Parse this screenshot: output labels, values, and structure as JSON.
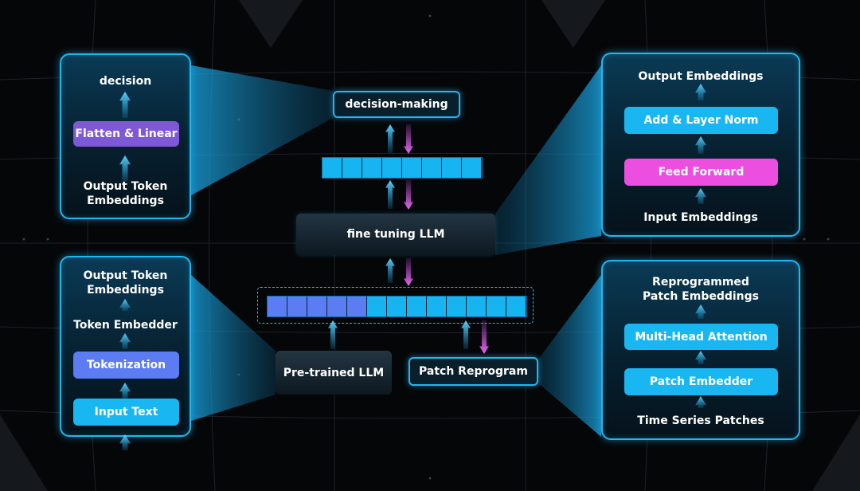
{
  "colors": {
    "panel_border": "#22b6f0",
    "cyan": "#19b7f2",
    "blue": "#5b7cf2",
    "purple": "#7f58d8",
    "pink": "#ec4fe0",
    "magenta_arrow": "#d24fe6"
  },
  "decision_panel": {
    "top": "decision",
    "block": "Flatten & Linear",
    "bottom": "Output Token\nEmbeddings"
  },
  "text_panel": {
    "top": "Output Token\nEmbeddings",
    "embedder": "Token Embedder",
    "tokenization": "Tokenization",
    "input": "Input Text"
  },
  "transformer_panel": {
    "top": "Output Embeddings",
    "norm": "Add & Layer Norm",
    "ff": "Feed Forward",
    "bottom": "Input Embeddings"
  },
  "patch_panel": {
    "top": "Reprogrammed\nPatch Embeddings",
    "attention": "Multi-Head Attention",
    "embedder": "Patch Embedder",
    "bottom": "Time Series Patches"
  },
  "center": {
    "decision_making": "decision-making",
    "fine_tuning": "fine tuning LLM",
    "pretrained": "Pre-trained LLM",
    "patch_reprogram": "Patch Reprogram"
  },
  "token_rows": {
    "top_count": 8,
    "bottom": {
      "blue_count": 5,
      "cyan_count": 8
    }
  }
}
